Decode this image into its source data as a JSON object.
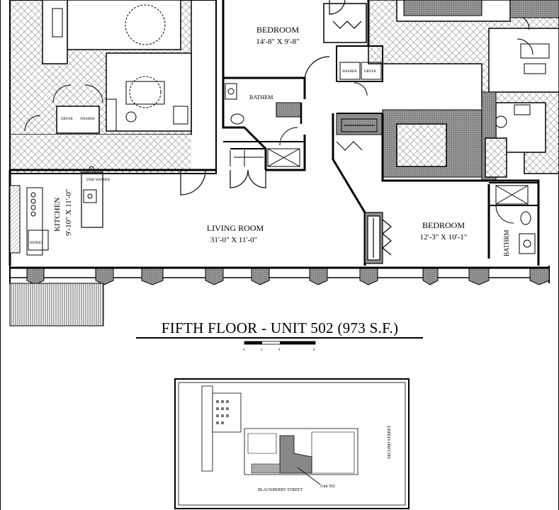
{
  "rooms": {
    "bedroom1": {
      "name": "BEDROOM",
      "dims": "14'-8\" X 9'-8\""
    },
    "bathroom1": {
      "name": "BATHRM"
    },
    "kitchen": {
      "name": "KITCHEN",
      "dims": "9'-10\" X 11'-0\""
    },
    "living": {
      "name": "LIVING ROOM",
      "dims": "31'-0\" X 11'-0\""
    },
    "bedroom2": {
      "name": "BEDROOM",
      "dims": "12'-3\" X 10'-1\""
    },
    "bathroom2": {
      "name": "BATHRM"
    }
  },
  "appliances": {
    "washer": "WASHER",
    "dryer": "DRYER",
    "dish_washer": "DISH WASHER",
    "refrig": "REFRIG",
    "washer_top": "WASHER",
    "dryer_top": "DRYER"
  },
  "title": "FIFTH FLOOR - UNIT 502 (973 S.F.)",
  "scale": {
    "ticks": [
      "0",
      "2",
      "4",
      "8"
    ]
  },
  "keyplan": {
    "street_bottom": "BLACKBERRY STREET",
    "street_right": "SECOND STREET",
    "unit_label": "Unit 502"
  },
  "colors": {
    "ink": "#000000",
    "hatch": "#555555",
    "shade": "#8c8c8c"
  }
}
